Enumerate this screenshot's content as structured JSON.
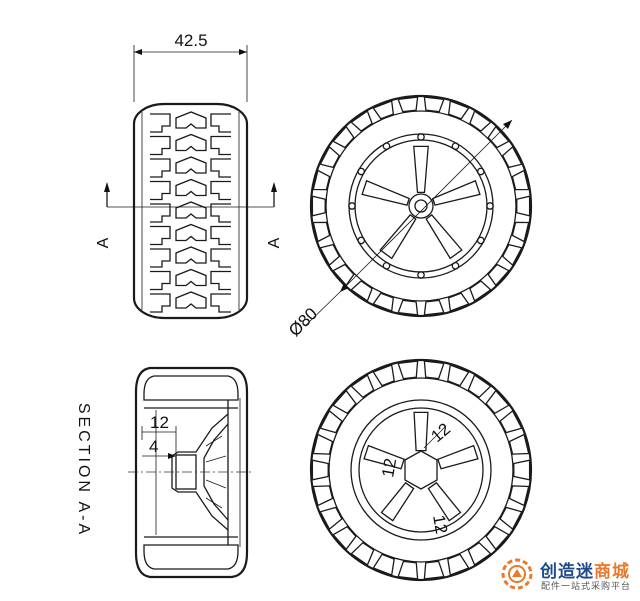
{
  "dimensions": {
    "tire_width": "42.5",
    "tire_diameter": "Ø80",
    "section_depth": "12",
    "section_offset": "4",
    "hub_top": "12",
    "hub_left": "12",
    "hub_right": "12"
  },
  "section_markers": {
    "left": "A",
    "right": "A"
  },
  "section_label": "SECTION A-A",
  "watermark": {
    "brand_prefix": "创造迷",
    "brand_highlight": "商城",
    "slogan": "配件一站式采购平台"
  }
}
